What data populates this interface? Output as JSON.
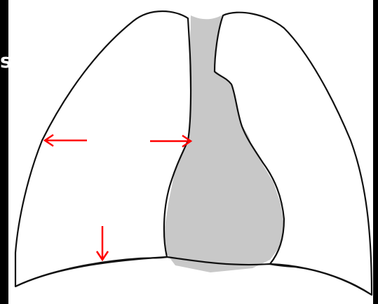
{
  "colors": {
    "background": "#000000",
    "lung_fill": "#ffffff",
    "outline": "#111111",
    "mediastinum_fill": "#c8c8c8",
    "arrow": "#ff0000",
    "edge_text": "#ffffff"
  },
  "edge_text": "si",
  "arrows": [
    {
      "name": "lateral-chest-wall-arrow",
      "direction": "left"
    },
    {
      "name": "heart-border-arrow",
      "direction": "right"
    },
    {
      "name": "diaphragm-arrow",
      "direction": "down"
    }
  ]
}
